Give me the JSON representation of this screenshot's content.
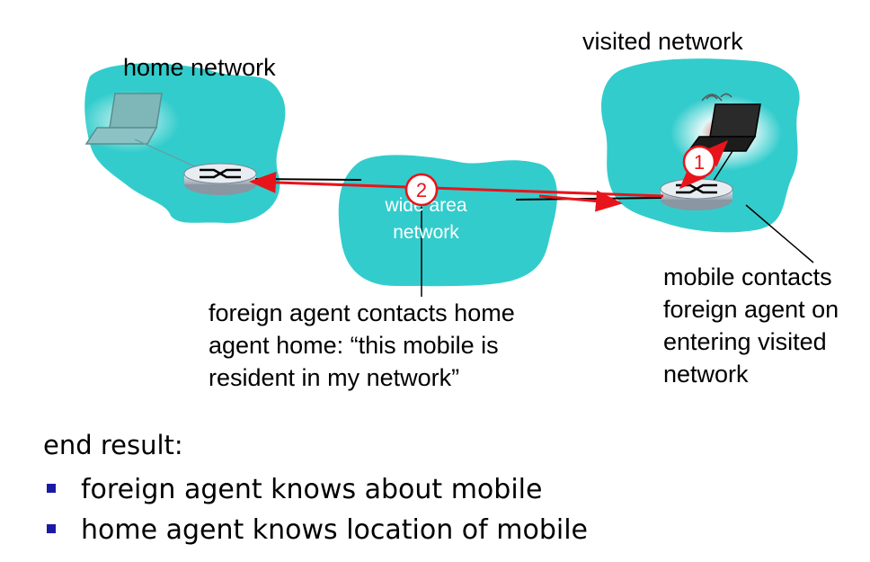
{
  "labels": {
    "home_network": "home network",
    "visited_network": "visited network",
    "wan_line1": "wide area",
    "wan_line2": "network"
  },
  "callouts": {
    "step2": [
      "foreign agent contacts home",
      "agent home: “this mobile is",
      "resident in my network”"
    ],
    "step1": [
      "mobile contacts",
      "foreign agent on",
      "entering visited",
      "network"
    ]
  },
  "steps": {
    "one": "1",
    "two": "2"
  },
  "summary": {
    "title": "end result:",
    "bullets": [
      "foreign agent knows about mobile",
      "home agent knows location of mobile"
    ]
  },
  "colors": {
    "cloud": "#33cccc",
    "arrow": "#e8141b",
    "bullet": "#1a1aa6",
    "router_body": "#c8d0d8"
  },
  "icons": [
    "laptop-icon",
    "router-icon",
    "wireless-signal-icon"
  ]
}
